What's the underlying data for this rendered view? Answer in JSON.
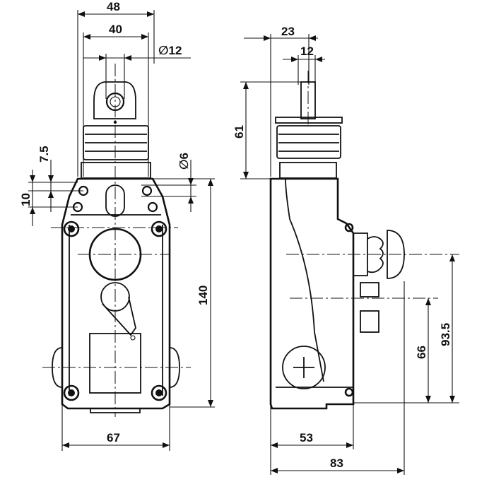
{
  "front_view": {
    "dims": {
      "overall_width_top": "48",
      "inner_width_top": "40",
      "diameter_pin": "∅12",
      "dim_7_5": "7.5",
      "dim_10": "10",
      "diameter_hole": "∅6",
      "height_body": "140",
      "width_base": "67"
    }
  },
  "side_view": {
    "dims": {
      "top_width": "23",
      "pin_width": "12",
      "shaft_height": "61",
      "center_66": "66",
      "center_93_5": "93.5",
      "depth_53": "53",
      "depth_83": "83"
    }
  }
}
